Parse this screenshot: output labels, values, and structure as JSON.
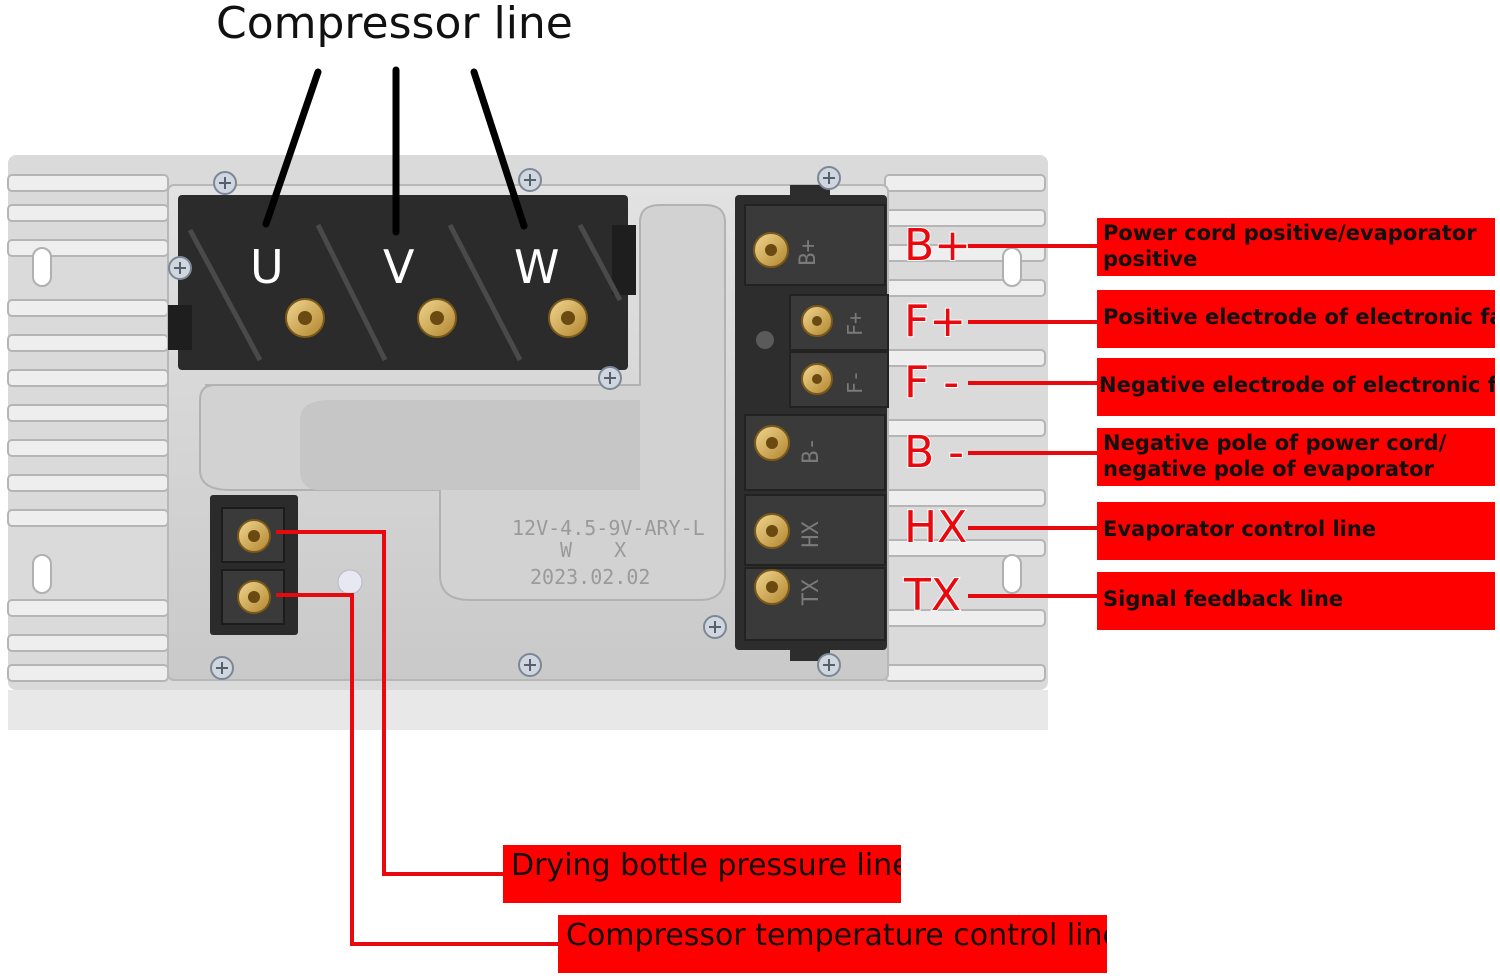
{
  "title": "Compressor line",
  "phases": [
    "U",
    "V",
    "W"
  ],
  "pins": [
    {
      "label": "B+",
      "description": "Power cord positive/evaporator\npositive"
    },
    {
      "label": "F+",
      "description": "Positive electrode of electronic fan"
    },
    {
      "label": "F -",
      "description": "Negative electrode of electronic fan"
    },
    {
      "label": "B -",
      "description": "Negative pole of power cord/\nnegative pole of evaporator"
    },
    {
      "label": "HX",
      "description": "Evaporator control line"
    },
    {
      "label": "TX",
      "description": "Signal feedback line"
    }
  ],
  "connector_marks": [
    "B+",
    "F+",
    "F-",
    "B-",
    "HX",
    "TX"
  ],
  "sensor_lines": [
    {
      "description": "Drying bottle pressure line"
    },
    {
      "description": "Compressor temperature control line"
    }
  ],
  "stamp": {
    "line1": "12V-4.5-9V-ARY-L",
    "line2": "W X",
    "line3": "2023.02.02"
  },
  "colors": {
    "label_red": "#e8090f",
    "box_red": "#ff0000",
    "leader_red": "#e8090f",
    "housing_black": "#2a2a2a",
    "heatsink_grey": "#d6d6d6"
  }
}
